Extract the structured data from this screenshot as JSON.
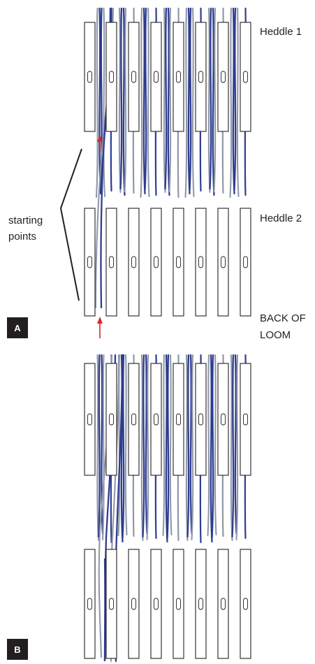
{
  "panel_a": {
    "badge": "A",
    "heddle_1_label": "Heddle 1",
    "heddle_2_label": "Heddle 2",
    "starting_points_label": [
      "starting",
      "points"
    ],
    "back_of_loom_label": [
      "BACK OF",
      "LOOM"
    ]
  },
  "panel_b": {
    "badge": "B"
  },
  "colors": {
    "dark_thread": "#2e3d8f",
    "light_thread": "#9098a8",
    "arrow": "#d8262f",
    "badge_bg": "#231f20",
    "outline": "#231f20"
  },
  "icons": {
    "arrow": "red-up-arrow",
    "bracket": "starting-points-bracket"
  }
}
